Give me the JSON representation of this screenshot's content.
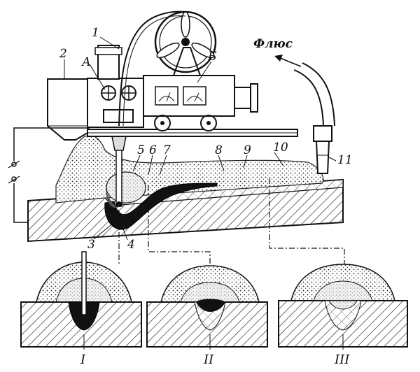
{
  "labels": {
    "n1": "1",
    "n2": "2",
    "a": "А",
    "b": "Б",
    "flux": "Флюс",
    "n3": "3",
    "n4": "4",
    "n5": "5",
    "n6": "6",
    "n7": "7",
    "n8": "8",
    "n9": "9",
    "n10": "10",
    "n11": "11",
    "sec1": "I",
    "sec2": "II",
    "sec3": "III"
  }
}
